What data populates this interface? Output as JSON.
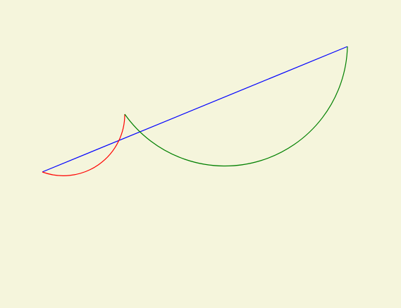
{
  "colors": {
    "background": "#f5f5dc",
    "segment": "#0000ff",
    "small_arc": "#ff0000",
    "large_arc": "#008000"
  },
  "diagram": {
    "elements": [
      {
        "name": "blue-line-segment",
        "kind": "line"
      },
      {
        "name": "red-small-arc",
        "kind": "arc"
      },
      {
        "name": "green-large-arc",
        "kind": "arc"
      }
    ]
  }
}
